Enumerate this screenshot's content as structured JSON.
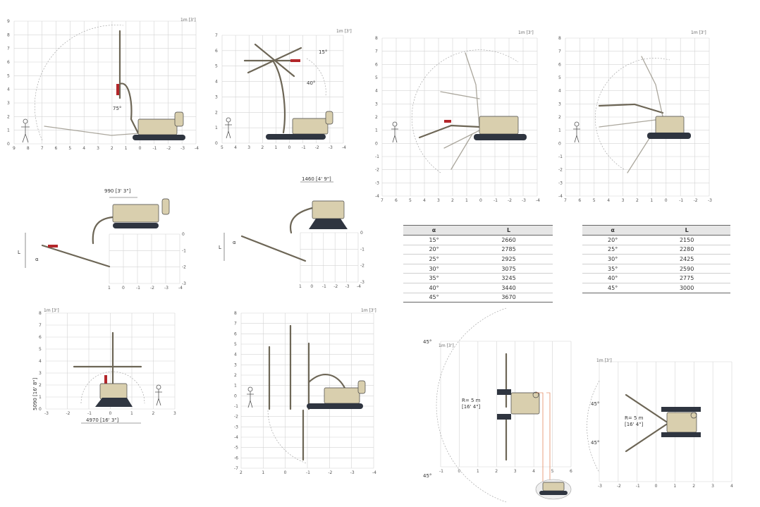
{
  "unit_label": "1m [3']",
  "panel1": {
    "x_ticks": [
      "9",
      "8",
      "7",
      "6",
      "5",
      "4",
      "3",
      "2",
      "1",
      "0",
      "-1",
      "-2",
      "-3",
      "-4"
    ],
    "y_ticks": [
      "9",
      "8",
      "7",
      "6",
      "5",
      "4",
      "3",
      "2",
      "1",
      "0"
    ],
    "angle_label": "75°"
  },
  "panel2": {
    "x_ticks": [
      "5",
      "4",
      "3",
      "2",
      "1",
      "0",
      "-1",
      "-2",
      "-3",
      "-4"
    ],
    "y_ticks": [
      "7",
      "6",
      "5",
      "4",
      "3",
      "2",
      "1",
      "0"
    ],
    "angle_labels": [
      "40°",
      "15°"
    ]
  },
  "panel3": {
    "x_ticks": [
      "7",
      "6",
      "5",
      "4",
      "3",
      "2",
      "1",
      "0",
      "-1",
      "-2",
      "-3",
      "-4"
    ],
    "y_ticks": [
      "8",
      "7",
      "6",
      "5",
      "4",
      "3",
      "2",
      "1",
      "0",
      "-1",
      "-2",
      "-3",
      "-4"
    ]
  },
  "panel4": {
    "x_ticks": [
      "7",
      "6",
      "5",
      "4",
      "3",
      "2",
      "1",
      "0",
      "-1",
      "-2",
      "-3"
    ],
    "y_ticks": [
      "8",
      "7",
      "6",
      "5",
      "4",
      "3",
      "2",
      "1",
      "0",
      "-1",
      "-2",
      "-3",
      "-4"
    ]
  },
  "panel5": {
    "dim_label": "990 [3' 3\"]",
    "x_ticks": [
      "1",
      "0",
      "-1",
      "-2",
      "-3",
      "-4"
    ],
    "y_ticks": [
      "0",
      "-1",
      "-2",
      "-3"
    ],
    "L_label": "L",
    "alpha_label": "α"
  },
  "panel6": {
    "dim_label": "1460 [4' 9\"]",
    "x_ticks": [
      "1",
      "0",
      "-1",
      "-2",
      "-3",
      "-4"
    ],
    "y_ticks": [
      "0",
      "-1",
      "-2",
      "-3"
    ],
    "L_label": "L",
    "alpha_label": "α"
  },
  "table1": {
    "headers": [
      "α",
      "L"
    ],
    "rows": [
      [
        "15°",
        "2660"
      ],
      [
        "20°",
        "2785"
      ],
      [
        "25°",
        "2925"
      ],
      [
        "30°",
        "3075"
      ],
      [
        "35°",
        "3245"
      ],
      [
        "40°",
        "3440"
      ],
      [
        "45°",
        "3670"
      ]
    ]
  },
  "table2": {
    "headers": [
      "α",
      "L"
    ],
    "rows": [
      [
        "20°",
        "2150"
      ],
      [
        "25°",
        "2280"
      ],
      [
        "30°",
        "2425"
      ],
      [
        "35°",
        "2590"
      ],
      [
        "40°",
        "2775"
      ],
      [
        "45°",
        "3000"
      ]
    ]
  },
  "panel7": {
    "height_label": "5090 [16' 8\"]",
    "width_label": "4970 [16' 3\"]",
    "x_ticks": [
      "-3",
      "-2",
      "-1",
      "0",
      "1",
      "2",
      "3"
    ],
    "y_ticks": [
      "8",
      "7",
      "6",
      "5",
      "4",
      "3",
      "2",
      "1",
      "0"
    ]
  },
  "panel8": {
    "x_ticks": [
      "2",
      "1",
      "0",
      "-1",
      "-2",
      "-3",
      "-4"
    ],
    "y_ticks": [
      "8",
      "7",
      "6",
      "5",
      "4",
      "3",
      "2",
      "1",
      "0",
      "-1",
      "-2",
      "-3",
      "-4",
      "-5",
      "-6",
      "-7"
    ]
  },
  "panel9": {
    "radius_label": "R= 5 m",
    "radius_imperial": "[16' 4\"]",
    "angle_labels": [
      "45°",
      "45°"
    ],
    "x_ticks": [
      "-1",
      "0",
      "1",
      "2",
      "3",
      "4",
      "5",
      "6"
    ]
  },
  "panel10": {
    "radius_label": "R= 5 m",
    "radius_imperial": "[16' 4\"]",
    "angle_labels": [
      "45°",
      "45°"
    ],
    "x_ticks": [
      "-3",
      "-2",
      "-1",
      "0",
      "1",
      "2",
      "3",
      "4"
    ]
  },
  "colors": {
    "machine_body": "#d9cfae",
    "tracks": "#2f3540",
    "cylinder": "#b3262a",
    "grid": "#d4d4d4"
  }
}
